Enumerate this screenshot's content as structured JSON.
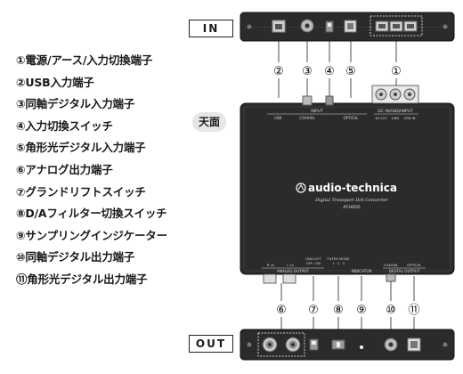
{
  "legend": {
    "items": [
      "①電源/アース/入力切換端子",
      "②USB入力端子",
      "③同軸デジタル入力端子",
      "④入力切換スイッチ",
      "⑤角形光デジタル入力端子",
      "⑥アナログ出力端子",
      "⑦グランドリフトスイッチ",
      "⑧D/Aフィルター切換スイッチ",
      "⑨サンプリングインジケーター",
      "⑩同軸デジタル出力端子",
      "⑪角形光デジタル出力端子"
    ]
  },
  "panel_labels": {
    "in": "IN",
    "out": "OUT"
  },
  "top_badge": "天面",
  "callouts_top": [
    "②",
    "③",
    "④",
    "⑤",
    "①"
  ],
  "callouts_bottom": [
    "⑥",
    "⑦",
    "⑧",
    "⑨",
    "⑩",
    "⑪"
  ],
  "device": {
    "brand": "audio-technica",
    "model_line": "Digital Transport D/A Converter",
    "model": "AT-HRD5",
    "top_print": {
      "input_group": "INPUT",
      "inputs": [
        "USB",
        "COAXIAL",
        "OPTICAL"
      ],
      "dc_group": "DC IN/GND/INPUT",
      "dc_sub": [
        "DC12V",
        "GND",
        "USB IN"
      ],
      "analog_group": "ANALOG OUTPUT",
      "analog_sub": [
        "R ch",
        "L ch"
      ],
      "gnd_lift": "GND LIFT",
      "gnd_lift_sub": "OFF / ON",
      "filter_mode": "FILTER MODE",
      "filter_sub": "1 · 2 · 3",
      "indicator": "INDICATOR",
      "digital_group": "DIGITAL OUTPUT",
      "digital_sub": [
        "COAXIAL",
        "OPTICAL"
      ]
    }
  },
  "colors": {
    "body": "#2b2b2b",
    "body_edge": "#3c3c3c",
    "print": "#d8d8d8",
    "accent": "#1a1a1a"
  }
}
